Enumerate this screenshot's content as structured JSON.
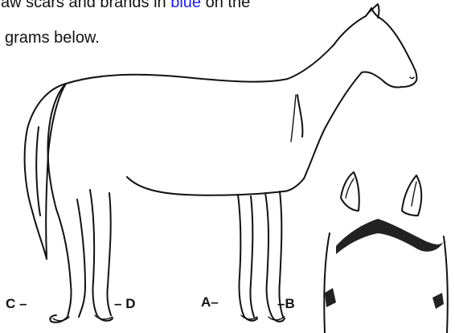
{
  "instructions": {
    "line1_before": "aw scars and brands in ",
    "line1_highlight": "blue",
    "line1_after": " on the",
    "line2": "grams below."
  },
  "leg_labels": {
    "c": "C",
    "d": "D",
    "a": "A",
    "b": "B"
  },
  "colors": {
    "highlight": "#1a1aff",
    "line": "#111111"
  }
}
